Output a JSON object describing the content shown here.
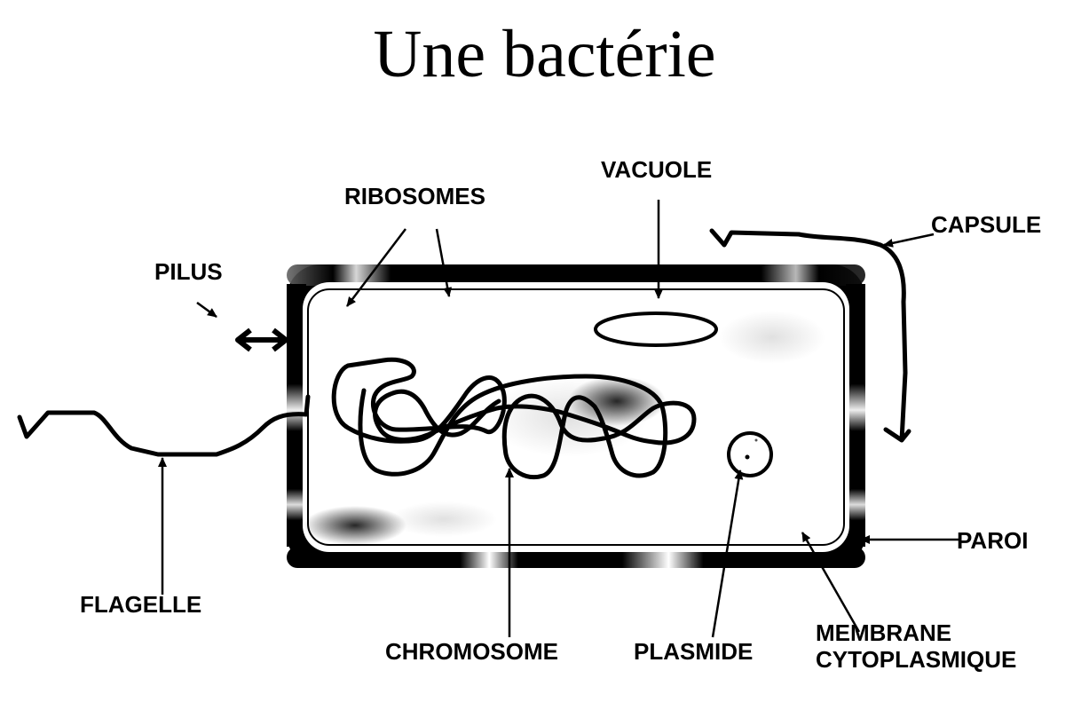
{
  "title": "Une bactérie",
  "labels": {
    "ribosomes": "RIBOSOMES",
    "vacuole": "VACUOLE",
    "capsule": "CAPSULE",
    "pilus": "PILUS",
    "paroi": "PAROI",
    "flagelle": "FLAGELLE",
    "chromosome": "CHROMOSOME",
    "plasmide": "PLASMIDE",
    "membrane_line1": "MEMBRANE",
    "membrane_line2": "CYTOPLASMIQUE"
  },
  "colors": {
    "ink": "#000000",
    "background": "#ffffff"
  }
}
